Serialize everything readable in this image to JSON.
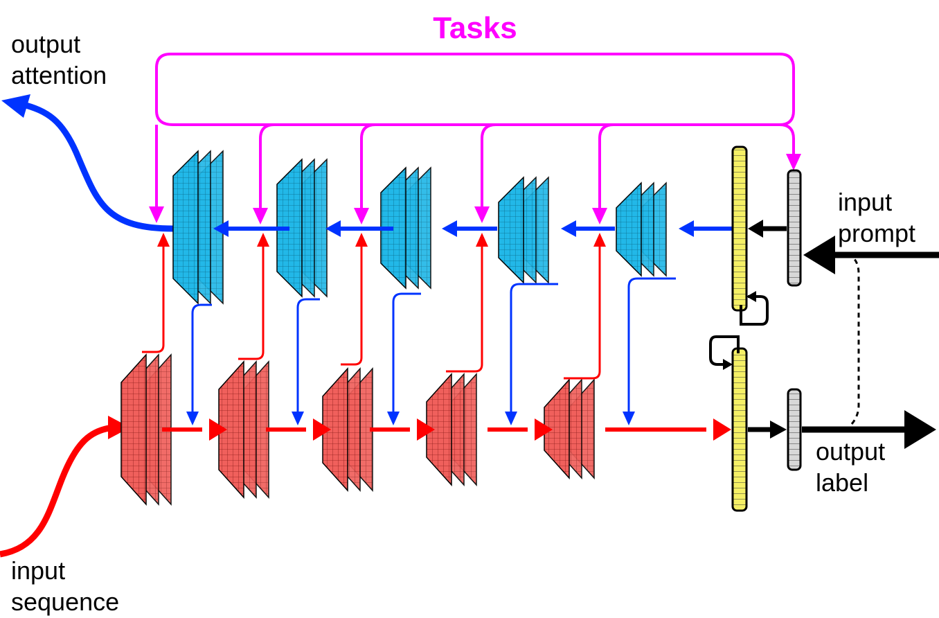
{
  "title": "Tasks",
  "labels": {
    "output_attention": [
      "output",
      "attention"
    ],
    "input_prompt": [
      "input",
      "prompt"
    ],
    "output_label": [
      "output",
      "label"
    ],
    "input_sequence": [
      "input",
      "sequence"
    ]
  },
  "colors": {
    "tasks": "#ff00ff",
    "attention_stream": "#0033ff",
    "sequence_stream": "#ff0000",
    "attention_layer_fill": "#22b8e8",
    "sequence_layer_fill": "#f0605c",
    "memory_fill": "#f5f066",
    "token_fill": "#d8d8d8",
    "black": "#000000"
  },
  "icons": [
    "attention-layer-icon",
    "sequence-layer-icon",
    "memory-vector-icon",
    "token-vector-icon"
  ]
}
